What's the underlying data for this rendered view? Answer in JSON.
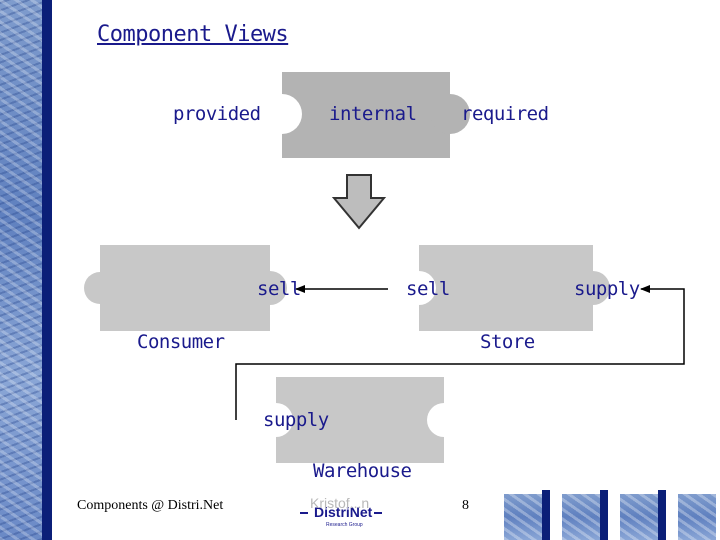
{
  "title": "Component Views",
  "top_component": {
    "provided_label": "provided",
    "internal_label": "internal",
    "required_label": "required"
  },
  "consumer": {
    "name": "Consumer",
    "port_label": "sell"
  },
  "store": {
    "name": "Store",
    "provided_label": "sell",
    "required_label": "supply"
  },
  "warehouse": {
    "name": "Warehouse",
    "port_label": "supply"
  },
  "footer": {
    "text": "Components @ Distri.Net",
    "author": "Kristof...n",
    "logo_text": "DistriNet",
    "logo_subtext": "Research Group",
    "page_number": "8"
  },
  "colors": {
    "navy": "#1a1a8c",
    "component_fill": "#c8c8c8",
    "top_component_fill": "#b3b3b3",
    "sidebar_bar": "#0b1f78"
  }
}
